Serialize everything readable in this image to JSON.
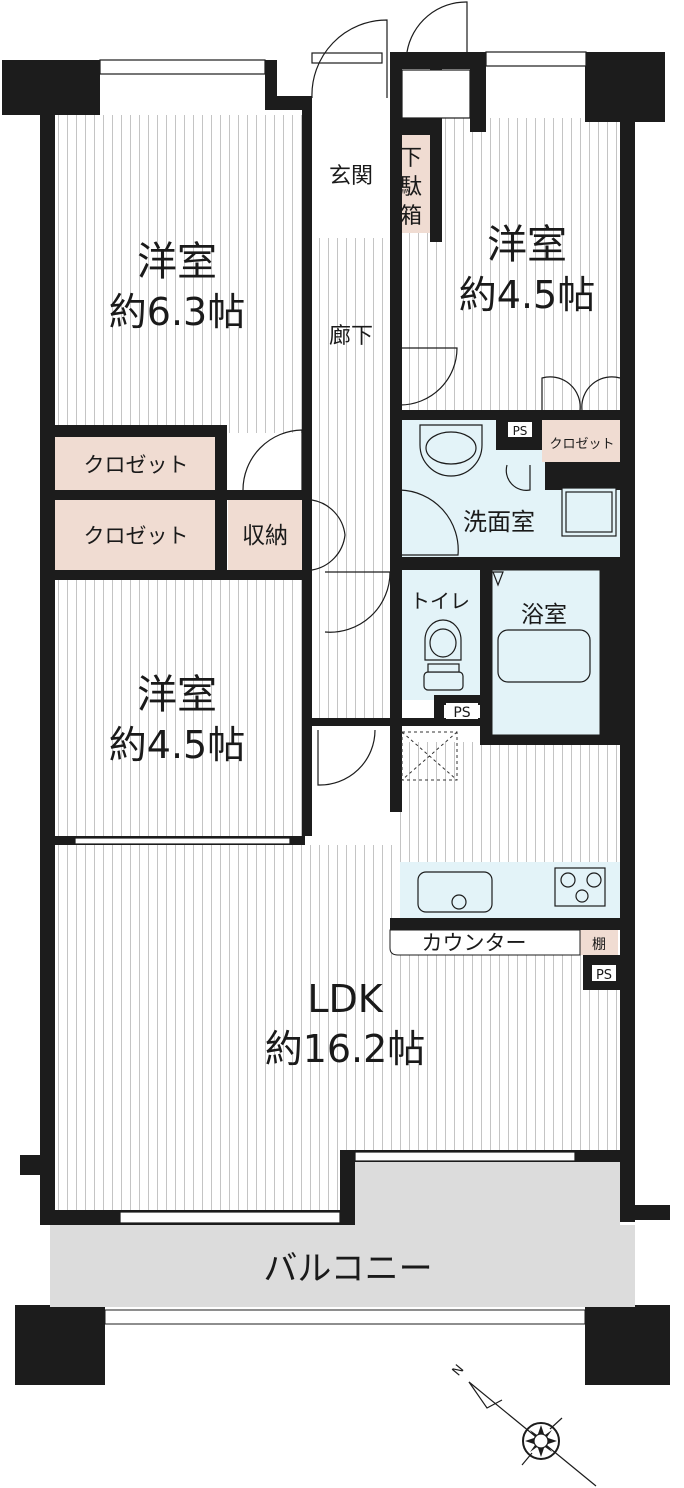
{
  "colors": {
    "wall": "#1c1c1c",
    "closet": "#f0dcd2",
    "wet": "#e3f3f8",
    "balcony": "#dcdcdc",
    "stripe": "#bdbdbd"
  },
  "rooms": {
    "bedroom1": {
      "name": "洋室",
      "size": "約6.3帖"
    },
    "bedroom2": {
      "name": "洋室",
      "size": "約4.5帖"
    },
    "bedroom3": {
      "name": "洋室",
      "size": "約4.5帖"
    },
    "entrance": "玄関",
    "shoe_box": [
      "下",
      "駄",
      "箱"
    ],
    "hallway": "廊下",
    "closet1": "クロゼット",
    "closet2": "クロゼット",
    "storage": "収納",
    "closet3": "クロゼット",
    "ps1": "PS",
    "washroom": "洗面室",
    "toilet": "トイレ",
    "ps2": "PS",
    "bathroom": "浴室",
    "counter": "カウンター",
    "shelf": "棚",
    "ps3": "PS",
    "ldk": {
      "name": "LDK",
      "size": "約16.2帖"
    },
    "balcony": "バルコニー"
  },
  "compass": {
    "north_label": "N",
    "icon": "compass-icon"
  }
}
